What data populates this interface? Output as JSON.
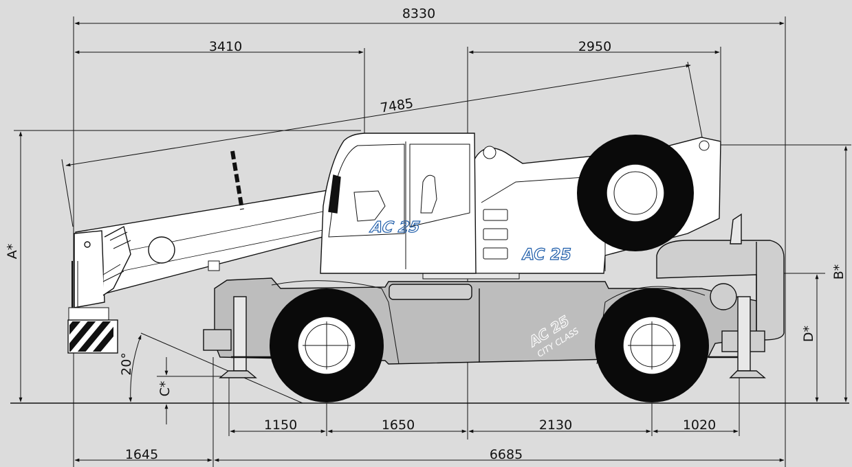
{
  "dimensions": {
    "overall_length": "8330",
    "boom_front": "3410",
    "rear_section": "2950",
    "boom_length": "7485",
    "front_outrigger": "1150",
    "front_axle": "1650",
    "rear_axle": "2130",
    "rear_outrigger": "1020",
    "front_overhang": "1645",
    "chassis_length": "6685",
    "approach_angle": "20°"
  },
  "labels": {
    "height_a": "A*",
    "height_b": "B*",
    "clearance_c": "C*",
    "height_d": "D*"
  },
  "branding": {
    "cab_logo": "AC 25",
    "counterweight_logo": "AC 25",
    "chassis_logo": "AC 25",
    "chassis_sub": "CITY CLASS"
  },
  "colors": {
    "background": "#dcdcdc",
    "body_gray": "#bdbdbd",
    "logo_blue": "#1a5aa8"
  }
}
